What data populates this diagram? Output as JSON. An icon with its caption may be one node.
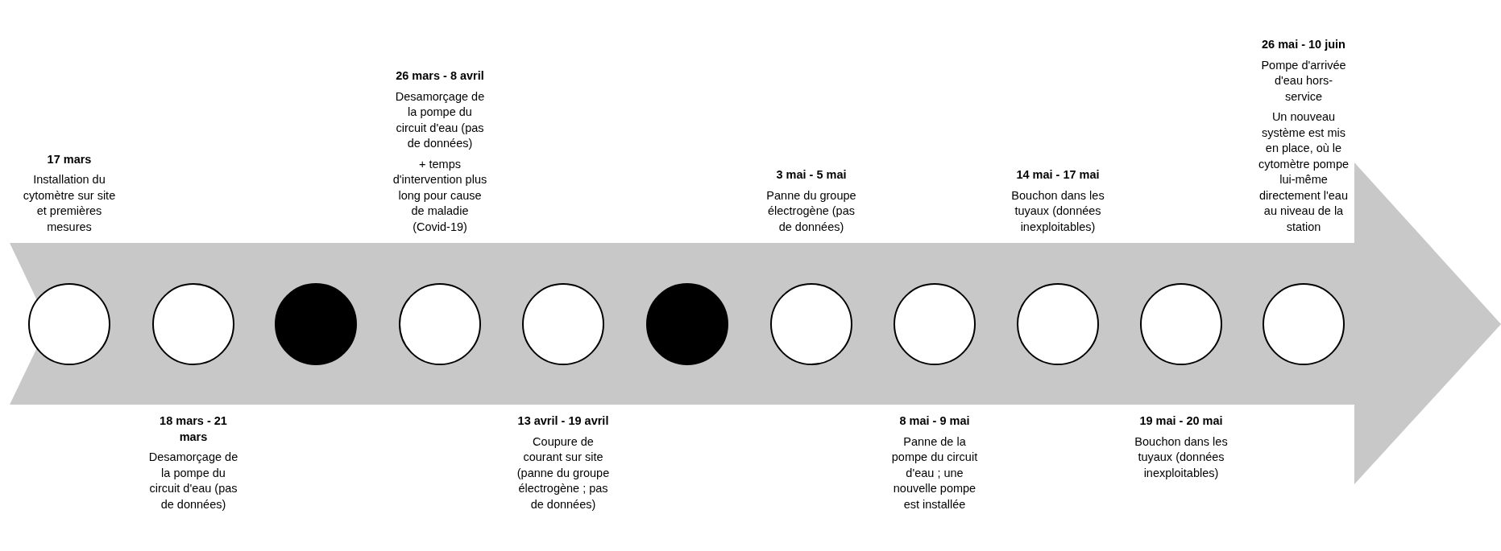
{
  "diagram": {
    "nodes": [
      {
        "text": [],
        "shape": "circle",
        "beside": [
          "17 mars",
          "Installation du cytomètre sur site et premières mesures"
        ]
      },
      {
        "text": [],
        "shape": "circle",
        "beside": [
          "18 mars - 21 mars",
          "Desamorçage de la pompe du circuit d'eau (pas de données)"
        ]
      },
      {
        "text": [],
        "shape": "disc"
      },
      {
        "text": [],
        "shape": "circle",
        "beside": [
          "26 mars - 8 avril",
          "Desamorçage de la pompe du circuit d'eau (pas de données)",
          "+ temps d'intervention plus long pour cause de maladie  (Covid-19)"
        ]
      },
      {
        "text": [],
        "shape": "circle",
        "beside": [
          "13 avril - 19 avril",
          "Coupure de courant sur site (panne du groupe électrogène ; pas de données)"
        ]
      },
      {
        "text": [],
        "shape": "disc"
      },
      {
        "text": [],
        "shape": "circle",
        "beside": [
          "3 mai - 5 mai",
          "Panne du groupe électrogène (pas de données)"
        ]
      },
      {
        "text": [],
        "shape": "circle",
        "beside": [
          "8 mai - 9 mai",
          "Panne de la pompe du circuit d'eau ; une nouvelle pompe est installée"
        ]
      },
      {
        "text": [],
        "shape": "circle",
        "beside": [
          "14 mai - 17 mai",
          "Bouchon dans les tuyaux (données inexploitables)"
        ]
      },
      {
        "text": [],
        "shape": "circle",
        "beside": [
          "19 mai - 20 mai",
          "Bouchon dans les tuyaux (données inexploitables)"
        ]
      },
      {
        "text": [],
        "shape": "circle",
        "beside": [
          "26 mai - 10 juin",
          "Pompe d'arrivée d'eau hors-service",
          "Un nouveau système est mis en place, où le cytomètre pompe lui-même directement l'eau au niveau de la station"
        ]
      }
    ],
    "edges": []
  }
}
